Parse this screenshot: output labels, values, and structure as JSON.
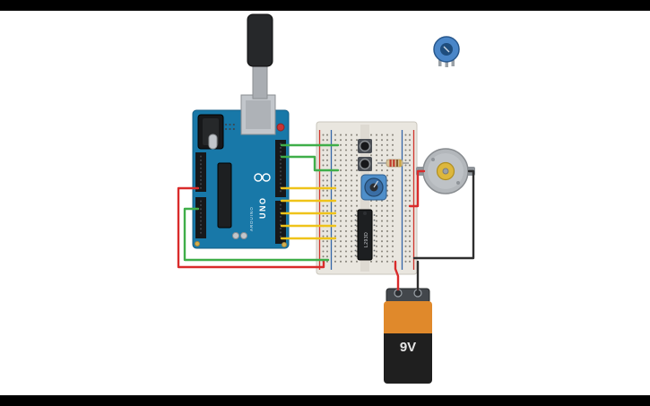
{
  "canvas": {
    "width": "725",
    "height": "453"
  },
  "components": {
    "usb_cable": {
      "name": "USB cable",
      "plug_color": "#26282a"
    },
    "arduino": {
      "name": "Arduino Uno R3",
      "board_color": "#1878a8",
      "label_uno": "UNO",
      "label_brand": "ARDUINO"
    },
    "breadboard": {
      "name": "Small breadboard",
      "base_color": "#e9e6df",
      "rail_positive_color": "#d0342c",
      "rail_negative_color": "#3466a8"
    },
    "pushbutton_top": {
      "name": "Pushbutton"
    },
    "pushbutton_bottom": {
      "name": "Pushbutton"
    },
    "resistor": {
      "name": "Resistor",
      "body_color": "#d9c59a"
    },
    "potentiometer": {
      "name": "Potentiometer",
      "body_color": "#4f8fca"
    },
    "trim_potentiometer": {
      "name": "Trimmer potentiometer",
      "body_color": "#4a86c8"
    },
    "hbridge": {
      "name": "H-bridge motor driver",
      "label": "L293D",
      "body_color": "#1d1f21"
    },
    "motor": {
      "name": "DC motor",
      "body_color": "#b3b7bb",
      "hub_color": "#ddb73c"
    },
    "battery": {
      "name": "9V battery",
      "label": "9V",
      "band_color": "#e0892b",
      "body_color": "#1f1f1f"
    }
  },
  "wires": {
    "red": "#d92b2b",
    "green": "#3fae49",
    "yellow": "#efc319",
    "black": "#2e2e2e"
  }
}
